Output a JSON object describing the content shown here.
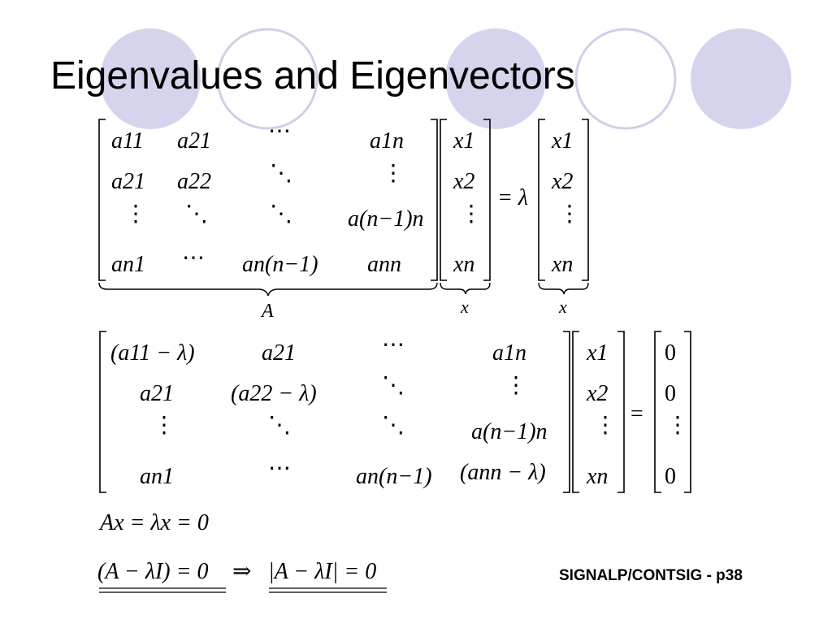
{
  "slide": {
    "title": "Eigenvalues and Eigenvectors",
    "footer": "SIGNALP/CONTSIG - p38",
    "theme_colors": {
      "circle_fill": "#d4d4ec",
      "circle_outline": "#cfcfe8",
      "text": "#000000"
    }
  },
  "eq1": {
    "A": [
      [
        "a11",
        "a21",
        "⋯",
        "a1n"
      ],
      [
        "a21",
        "a22",
        "⋱",
        "⋮"
      ],
      [
        "⋮",
        "⋱",
        "⋱",
        "a(n−1)n"
      ],
      [
        "an1",
        "⋯",
        "an(n−1)",
        "ann"
      ]
    ],
    "x": [
      "x1",
      "x2",
      "⋮",
      "xn"
    ],
    "equals": "= λ",
    "x_rhs": [
      "x1",
      "x2",
      "⋮",
      "xn"
    ],
    "brace_A": "A",
    "brace_x": "x",
    "brace_x2": "x"
  },
  "eq2": {
    "M": [
      [
        "(a11 − λ)",
        "a21",
        "⋯",
        "a1n"
      ],
      [
        "a21",
        "(a22 − λ)",
        "⋱",
        "⋮"
      ],
      [
        "⋮",
        "⋱",
        "⋱",
        "a(n−1)n"
      ],
      [
        "an1",
        "⋯",
        "an(n−1)",
        "(ann − λ)"
      ]
    ],
    "x": [
      "x1",
      "x2",
      "⋮",
      "xn"
    ],
    "equals": "=",
    "zero": [
      "0",
      "0",
      "⋮",
      "0"
    ]
  },
  "eq3": "Ax = λx = 0",
  "eq4": {
    "left": "(A − λI) = 0",
    "implies": "⇒",
    "right": "|A − λI| = 0"
  }
}
